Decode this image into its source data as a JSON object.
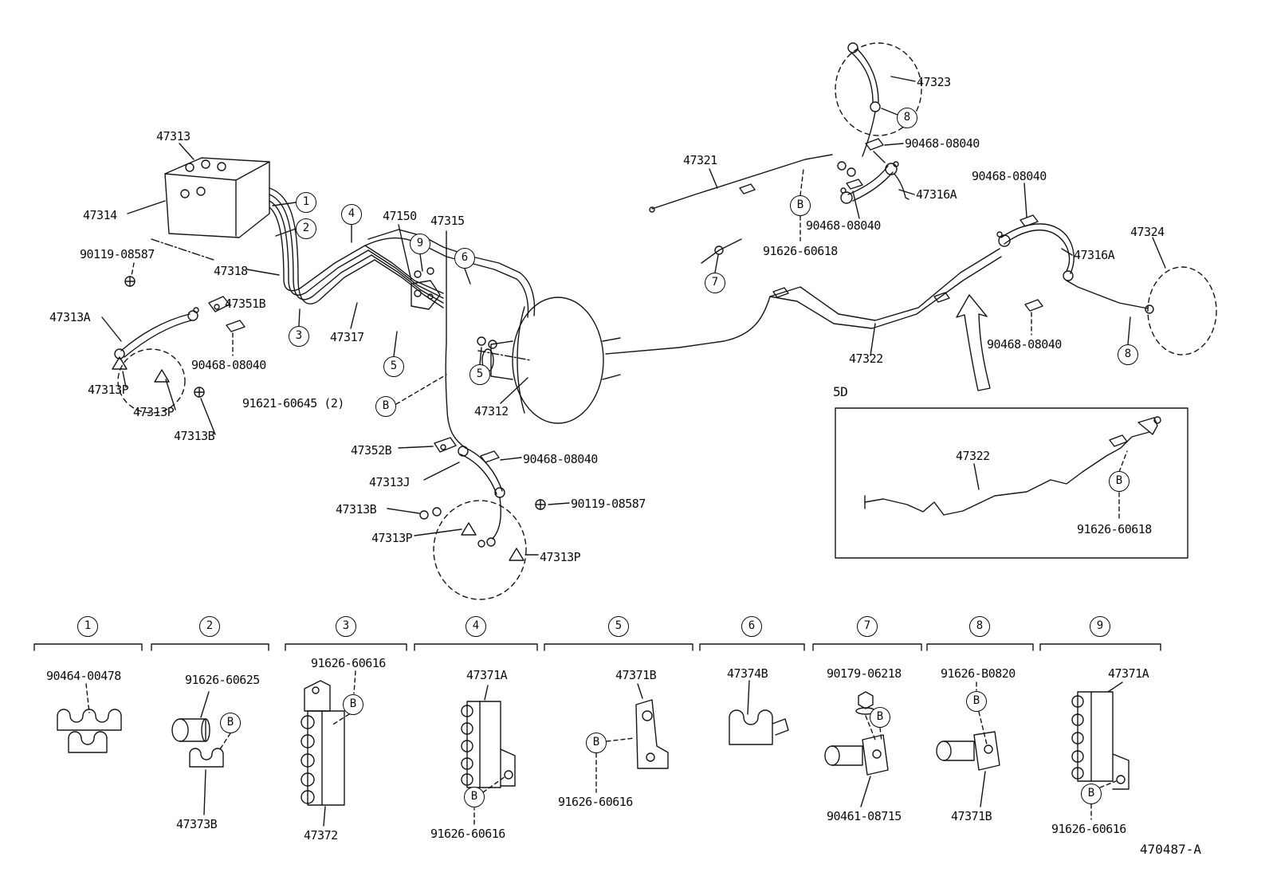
{
  "page": {
    "drawing_number": "470487-A"
  },
  "part_labels": [
    "47313",
    "47314",
    "90119-08587",
    "47318",
    "47313A",
    "47351B",
    "90468-08040",
    "47313P",
    "47313P",
    "47313B",
    "91621-60645 (2)",
    "47317",
    "47150",
    "47315",
    "47312",
    "47352B",
    "90468-08040",
    "47313J",
    "47313B",
    "90119-08587",
    "47313P",
    "47313P",
    "47321",
    "47323",
    "90468-08040",
    "90468-08040",
    "91626-60618",
    "47316A",
    "90468-08040",
    "47316A",
    "47324",
    "90468-08040",
    "47322",
    "5D",
    "47322",
    "91626-60618"
  ],
  "callouts": [
    "1",
    "2",
    "4",
    "9",
    "6",
    "3",
    "5",
    "5",
    "B",
    "7",
    "B",
    "8",
    "8",
    "B"
  ],
  "legend": {
    "b_label": "B",
    "sections": [
      {
        "num": "1",
        "parts": [
          "90464-00478"
        ]
      },
      {
        "num": "2",
        "parts": [
          "91626-60625",
          "47373B"
        ]
      },
      {
        "num": "3",
        "parts": [
          "91626-60616",
          "47372"
        ]
      },
      {
        "num": "4",
        "parts": [
          "47371A",
          "91626-60616"
        ]
      },
      {
        "num": "5",
        "parts": [
          "47371B",
          "91626-60616"
        ]
      },
      {
        "num": "6",
        "parts": [
          "47374B"
        ]
      },
      {
        "num": "7",
        "parts": [
          "90179-06218",
          "90461-08715"
        ]
      },
      {
        "num": "8",
        "parts": [
          "91626-B0820",
          "47371B"
        ]
      },
      {
        "num": "9",
        "parts": [
          "47371A",
          "91626-60616"
        ]
      }
    ]
  }
}
